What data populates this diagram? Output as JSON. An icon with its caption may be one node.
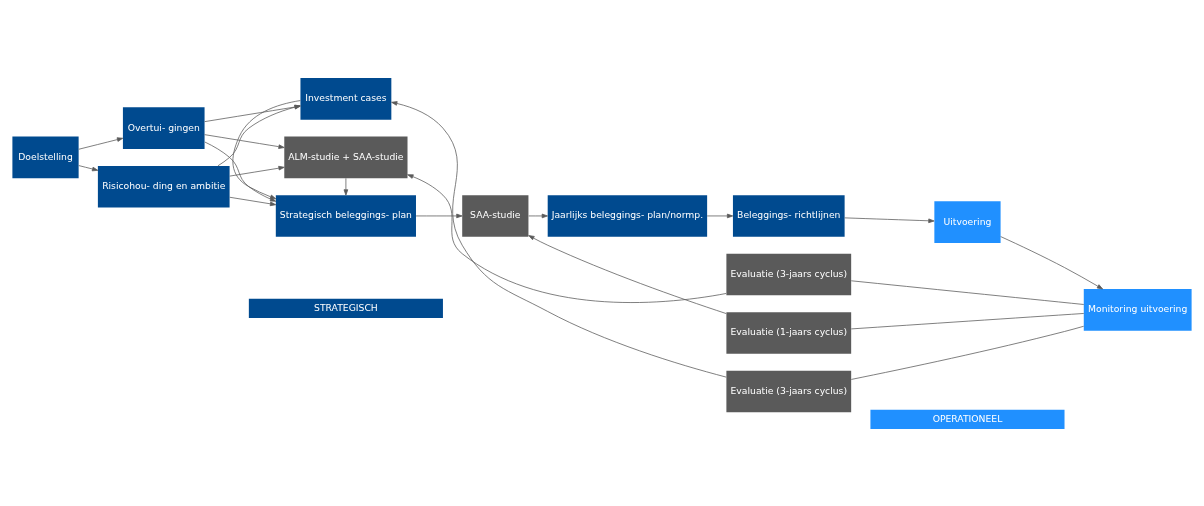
{
  "diagram": {
    "nodes": [
      {
        "text": [
          "STRATEGISCH"
        ]
      },
      {
        "text": [
          "OPERATIONEEL"
        ]
      },
      {
        "text": [
          "Doelstelling"
        ]
      },
      {
        "text": [
          "Overtui- gingen"
        ]
      },
      {
        "text": [
          "Risicohou- ding en ambitie"
        ]
      },
      {
        "text": [
          "ALM-studie + SAA-studie"
        ]
      },
      {
        "text": [
          "Strategisch beleggings- plan"
        ]
      },
      {
        "text": [
          "Investment cases"
        ]
      },
      {
        "text": [
          "SAA-studie"
        ]
      },
      {
        "text": [
          "Jaarlijks beleggings- plan/normp."
        ]
      },
      {
        "text": [
          "Beleggings- richtlijnen"
        ]
      },
      {
        "text": [
          "Uitvoering"
        ]
      },
      {
        "text": [
          "Monitoring uitvoering"
        ]
      },
      {
        "text": [
          "Evaluatie (3-jaars cyclus)"
        ]
      },
      {
        "text": [
          "Evaluatie (1-jaars cyclus)"
        ]
      },
      {
        "text": [
          "Evaluatie (3-jaars cyclus)"
        ]
      }
    ],
    "edges": [
      {
        "from": 2,
        "to": 3,
        "arrow": "to"
      },
      {
        "from": 2,
        "to": 4,
        "arrow": "to"
      },
      {
        "from": 3,
        "to": 5,
        "arrow": "to"
      },
      {
        "from": 3,
        "to": 6,
        "arrow": "to"
      },
      {
        "from": 3,
        "to": 7,
        "arrow": "to"
      },
      {
        "from": 4,
        "to": 5,
        "arrow": "to"
      },
      {
        "from": 4,
        "to": 6,
        "arrow": "to"
      },
      {
        "from": 4,
        "to": 7,
        "arrow": "to"
      },
      {
        "from": 5,
        "to": 6,
        "arrow": "to"
      },
      {
        "from": 7,
        "to": 6,
        "arrow": "to"
      },
      {
        "from": 6,
        "to": 8,
        "arrow": "to"
      },
      {
        "from": 8,
        "to": 9,
        "arrow": "to"
      },
      {
        "from": 9,
        "to": 10,
        "arrow": "to"
      },
      {
        "from": 10,
        "to": 11,
        "arrow": "to"
      },
      {
        "from": 11,
        "to": 12,
        "arrow": "to"
      },
      {
        "from": 12,
        "to": 13,
        "arrow": "none"
      },
      {
        "from": 13,
        "to": 5,
        "arrow": "to"
      },
      {
        "from": 12,
        "to": 14,
        "arrow": "none"
      },
      {
        "from": 14,
        "to": 8,
        "arrow": "to"
      },
      {
        "from": 12,
        "to": 15,
        "arrow": "none"
      },
      {
        "from": 15,
        "to": 7,
        "arrow": "to"
      }
    ]
  }
}
